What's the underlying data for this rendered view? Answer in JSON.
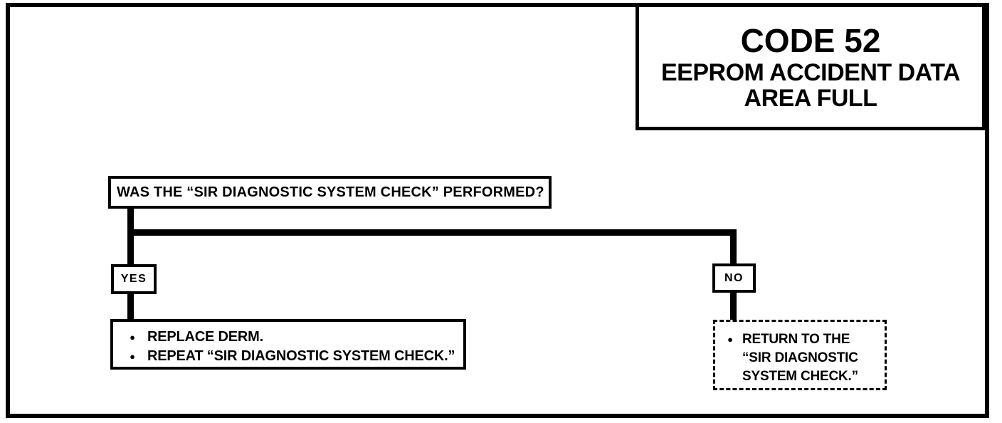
{
  "header": {
    "code": "CODE 52",
    "subtitle_line1": "EEPROM ACCIDENT DATA",
    "subtitle_line2": "AREA FULL"
  },
  "flowchart": {
    "question": "WAS THE “SIR DIAGNOSTIC SYSTEM CHECK” PERFORMED?",
    "yes_label": "YES",
    "no_label": "NO",
    "yes_actions": [
      "REPLACE DERM.",
      "REPEAT “SIR DIAGNOSTIC SYSTEM CHECK.”"
    ],
    "no_action_lines": [
      "RETURN TO THE",
      "“SIR DIAGNOSTIC",
      "SYSTEM CHECK.”"
    ]
  },
  "icons": {
    "bullet": "●"
  },
  "colors": {
    "ink": "#000000",
    "paper": "#ffffff"
  }
}
